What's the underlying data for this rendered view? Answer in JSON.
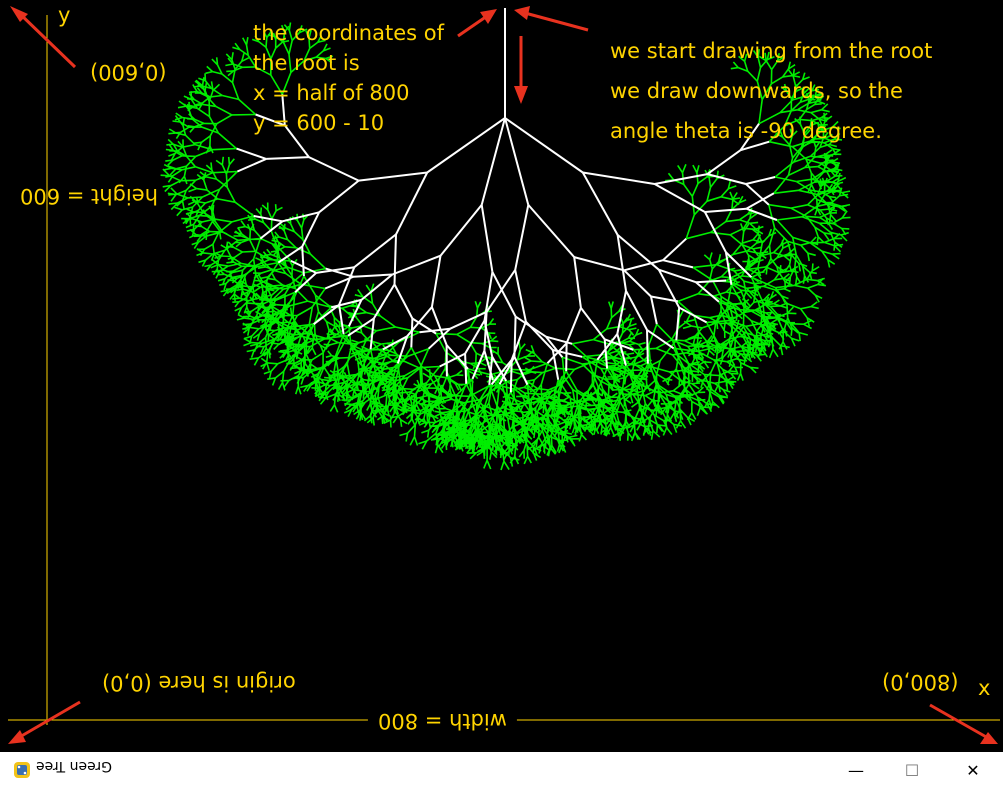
{
  "window": {
    "title": "Green Tree",
    "minimize_glyph": "—",
    "maximize_glyph": "☐",
    "close_glyph": "✕",
    "icon": "python-icon"
  },
  "axes": {
    "y_label": "y",
    "x_label": "x",
    "point_top_left": "(0,600)",
    "point_bottom_right": "(800,0)",
    "height_label": "height = 600",
    "width_label": "width = 800",
    "origin_label": "origin is here (0,0)"
  },
  "annotations": {
    "root_coords": [
      "the coordinates of",
      "the root is",
      "x = half of 800",
      "y = 600 - 10"
    ],
    "drawing_note": [
      "we start drawing from the root",
      "we draw downwards, so the",
      "angle theta is -90 degree."
    ]
  },
  "colors": {
    "background": "#000000",
    "annotation": "#ffd400",
    "axis": "#ffd400",
    "trunk": "#ffffff",
    "leaves": "#00ee00",
    "arrow": "#e8321f",
    "titlebar": "#ffffff"
  }
}
